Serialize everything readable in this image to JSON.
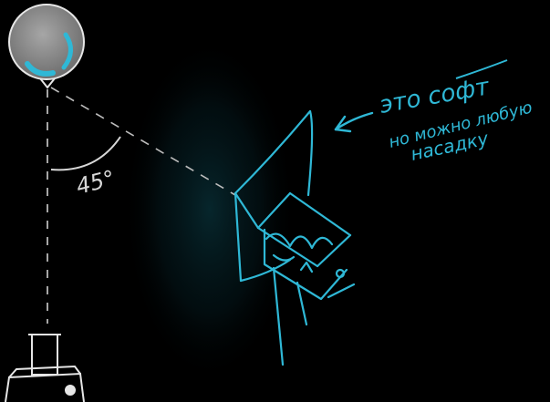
{
  "annotation": {
    "line1": "это софт",
    "line2": "но можно любую",
    "line3": "насадку"
  },
  "angle_label": "45°",
  "colors": {
    "background": "#000000",
    "accent": "#2fb8d6",
    "chalk": "#d8d8d8",
    "balloon_fill": "#8a8a8a"
  },
  "icons": {
    "balloon": "balloon-light-icon",
    "light_stand_base": "light-stand-base-icon",
    "softbox": "softbox-light-icon",
    "arrow": "pointer-arrow-icon"
  }
}
